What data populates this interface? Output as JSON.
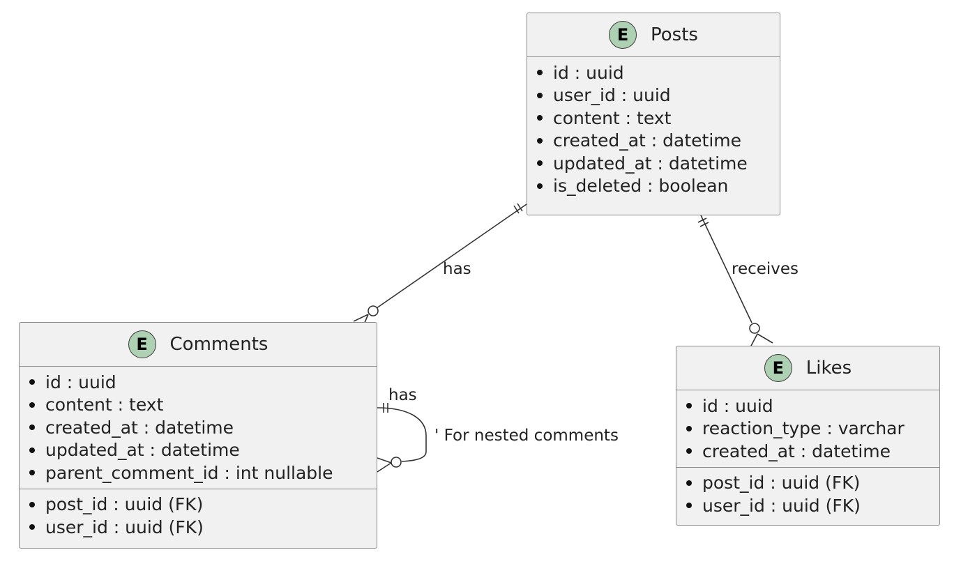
{
  "entities": {
    "posts": {
      "name": "Posts",
      "badge": "E",
      "fields": [
        "id : uuid",
        "user_id : uuid",
        "content : text",
        "created_at : datetime",
        "updated_at : datetime",
        "is_deleted : boolean"
      ],
      "fk_fields": []
    },
    "comments": {
      "name": "Comments",
      "badge": "E",
      "fields": [
        "id : uuid",
        "content : text",
        "created_at : datetime",
        "updated_at : datetime",
        "parent_comment_id : int nullable"
      ],
      "fk_fields": [
        "post_id : uuid (FK)",
        "user_id : uuid (FK)"
      ]
    },
    "likes": {
      "name": "Likes",
      "badge": "E",
      "fields": [
        "id : uuid",
        "reaction_type : varchar",
        "created_at : datetime"
      ],
      "fk_fields": [
        "post_id : uuid (FK)",
        "user_id : uuid (FK)"
      ]
    }
  },
  "relations": {
    "posts_comments": {
      "label": "has"
    },
    "posts_likes": {
      "label": "receives"
    },
    "comments_self": {
      "label": "has",
      "note": "' For nested comments"
    }
  },
  "colors": {
    "entity_fill": "#f1f1f1",
    "entity_border": "#8a8a8a",
    "badge_fill": "#add1b2",
    "line": "#333333"
  }
}
